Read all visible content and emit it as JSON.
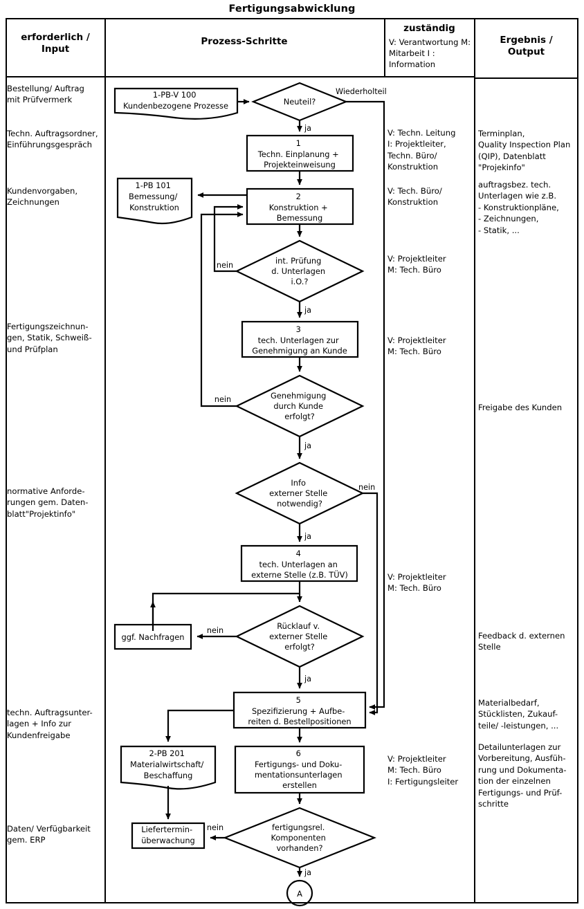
{
  "title": "Fertigungsabwicklung",
  "columns": {
    "input": {
      "header": "erforderlich /\nInput"
    },
    "process": {
      "header": "Prozess-Schritte"
    },
    "responsible": {
      "header": "zuständig",
      "legend": "V: Verantwortung\nM: Mitarbeit\nI : Information"
    },
    "output": {
      "header": "Ergebnis /\nOutput"
    }
  },
  "input_items": [
    {
      "text": "Bestellung/ Auftrag\nmit Prüfvermerk"
    },
    {
      "text": "Techn. Auftragsordner,\nEinführungsgespräch"
    },
    {
      "text": "Kundenvorgaben,\nZeichnungen"
    },
    {
      "text": "Fertigungszeichnun-\ngen, Statik, Schweiß-\nund Prüfplan"
    },
    {
      "text": "normative Anforde-\nrungen gem. Daten-\nblatt\"Projektinfo\""
    },
    {
      "text": "techn. Auftragsunter-\nlagen + Info zur\nKundenfreigabe"
    },
    {
      "text": "Daten/ Verfügbarkeit\ngem. ERP"
    }
  ],
  "responsible_items": [
    {
      "text": "V: Techn. Leitung\n I: Projektleiter,\n     Techn. Büro/\n     Konstruktion"
    },
    {
      "text": "V: Tech. Büro/\n     Konstruktion"
    },
    {
      "text": "V: Projektleiter\nM: Tech. Büro"
    },
    {
      "text": "V: Projektleiter\nM: Tech. Büro"
    },
    {
      "text": "V: Projektleiter\nM: Tech. Büro"
    },
    {
      "text": "V: Projektleiter\nM: Tech. Büro\n   I: Fertigungsleiter"
    }
  ],
  "output_items": [
    {
      "text": "Terminplan,\nQuality Inspection Plan\n(QIP), Datenblatt\n\"Projekinfo\""
    },
    {
      "text": "auftragsbez. tech.\nUnterlagen wie z.B.\n- Konstruktionpläne,\n- Zeichnungen,\n- Statik, ..."
    },
    {
      "text": "Freigabe des Kunden"
    },
    {
      "text": "Feedback d. externen\nStelle"
    },
    {
      "text": "Materialbedarf,\nStücklisten, Zukauf-\nteile/ -leistungen, ..."
    },
    {
      "text": "Detailunterlagen zur\nVorbereitung, Ausfüh-\nrung und Dokumenta-\ntion der einzelnen\nFertigungs- und Prüf-\nschritte"
    }
  ],
  "flow": {
    "nodes": [
      {
        "id": "doc-kundenbezogene",
        "shape": "document",
        "lines": [
          "1-PB-V 100",
          "Kundenbezogene Prozesse"
        ]
      },
      {
        "id": "dec-neuteil",
        "shape": "decision",
        "lines": [
          "Neuteil?"
        ]
      },
      {
        "id": "step-1",
        "shape": "process",
        "lines": [
          "1",
          "Techn. Einplanung +",
          "Projekteinweisung"
        ]
      },
      {
        "id": "doc-bemessung",
        "shape": "document",
        "lines": [
          "1-PB 101",
          "Bemessung/",
          "Konstruktion"
        ]
      },
      {
        "id": "step-2",
        "shape": "process",
        "lines": [
          "2",
          "Konstruktion +",
          "Bemessung"
        ]
      },
      {
        "id": "dec-int-pruefung",
        "shape": "decision",
        "lines": [
          "int. Prüfung",
          "d. Unterlagen",
          "i.O.?"
        ]
      },
      {
        "id": "step-3",
        "shape": "process",
        "lines": [
          "3",
          "tech. Unterlagen zur",
          "Genehmigung an Kunde"
        ]
      },
      {
        "id": "dec-genehmigung",
        "shape": "decision",
        "lines": [
          "Genehmigung",
          "durch Kunde",
          "erfolgt?"
        ]
      },
      {
        "id": "dec-info-extern",
        "shape": "decision",
        "lines": [
          "Info",
          "externer Stelle",
          "notwendig?"
        ]
      },
      {
        "id": "step-4",
        "shape": "process",
        "lines": [
          "4",
          "tech. Unterlagen an",
          "externe Stelle (z.B. TÜV)"
        ]
      },
      {
        "id": "dec-ruecklauf",
        "shape": "decision",
        "lines": [
          "Rücklauf v.",
          "externer Stelle",
          "erfolgt?"
        ]
      },
      {
        "id": "box-nachfragen",
        "shape": "process",
        "lines": [
          "ggf. Nachfragen"
        ]
      },
      {
        "id": "step-5",
        "shape": "process",
        "lines": [
          "5",
          "Spezifizierung + Aufbe-",
          "reiten d. Bestellpositionen"
        ]
      },
      {
        "id": "doc-material",
        "shape": "document",
        "lines": [
          "2-PB 201",
          "Materialwirtschaft/",
          "Beschaffung"
        ]
      },
      {
        "id": "step-6",
        "shape": "process",
        "lines": [
          "6",
          "Fertigungs- und Doku-",
          "mentationsunterlagen",
          "erstellen"
        ]
      },
      {
        "id": "box-liefertermin",
        "shape": "process",
        "lines": [
          "Liefertermin-",
          "überwachung"
        ]
      },
      {
        "id": "dec-komponenten",
        "shape": "decision",
        "lines": [
          "fertigungsrel.",
          "Komponenten",
          "vorhanden?"
        ]
      },
      {
        "id": "connector-a",
        "shape": "connector",
        "lines": [
          "A"
        ]
      }
    ],
    "edge_labels": {
      "wiederholteil": "Wiederholteil",
      "ja": "ja",
      "nein": "nein"
    }
  },
  "colors": {
    "line": "#000000",
    "background": "#ffffff",
    "text": "#000000"
  }
}
